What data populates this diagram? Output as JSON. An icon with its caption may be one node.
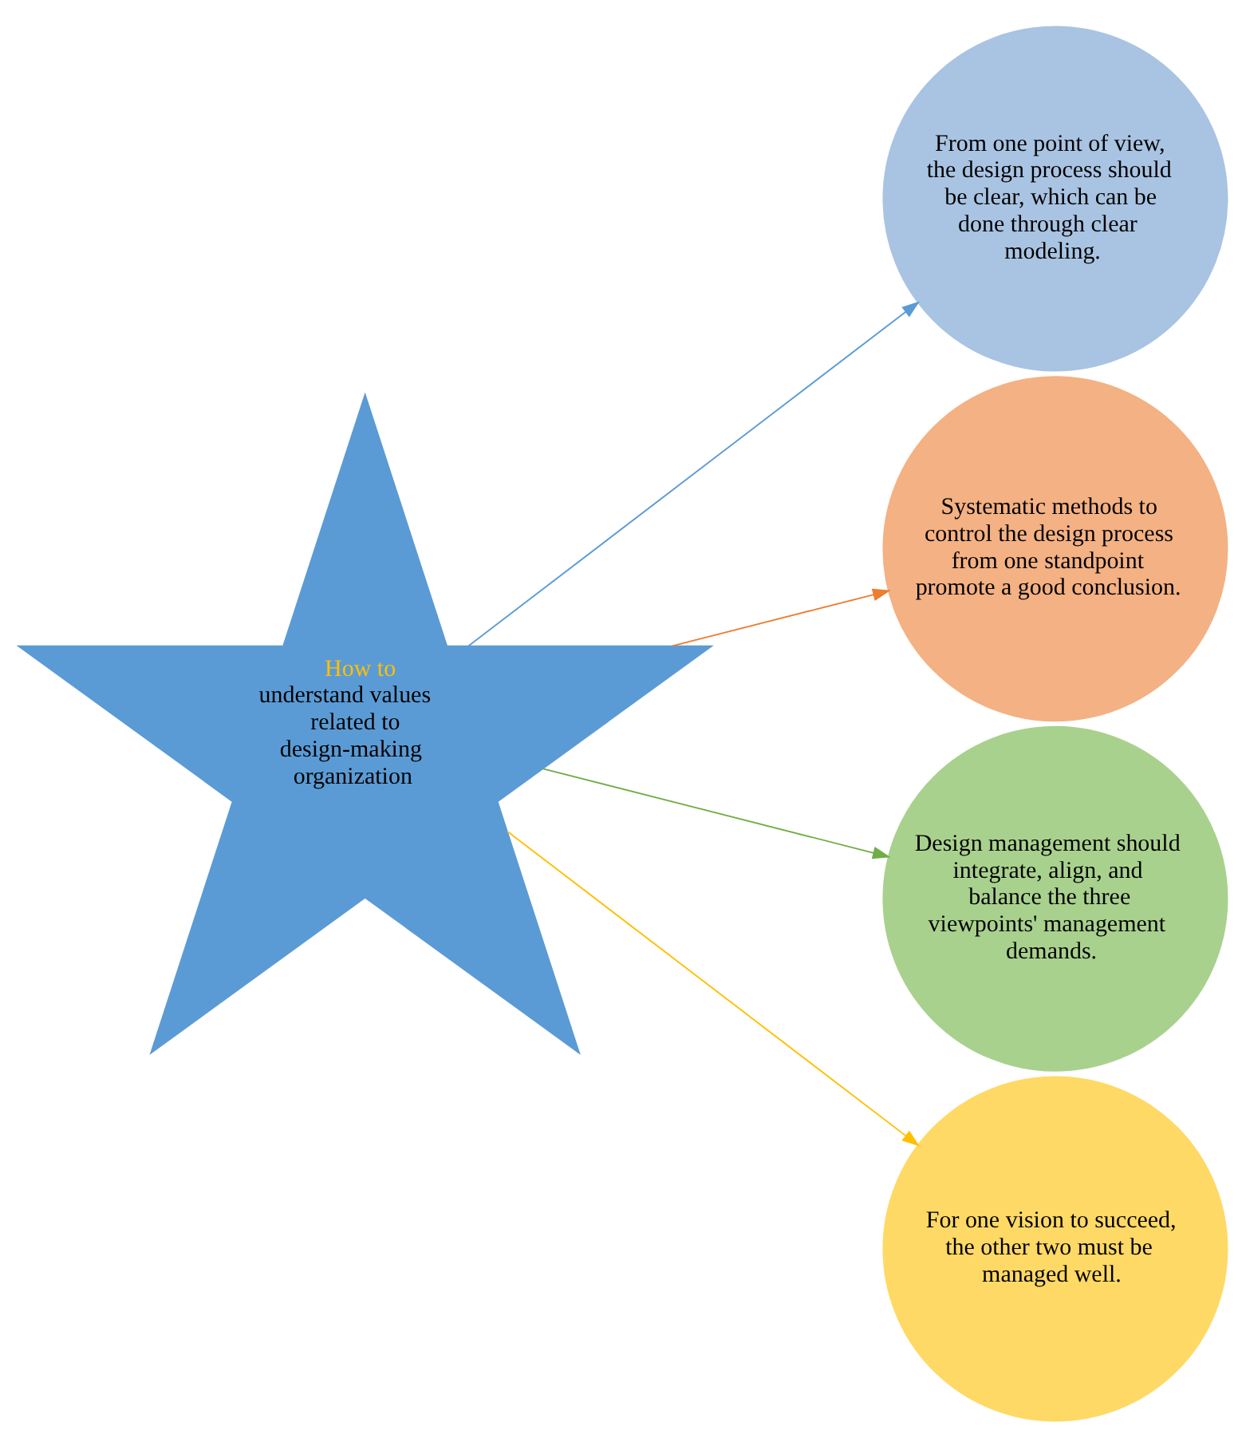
{
  "diagram": {
    "nodes": [
      {
        "text": [
          "How to",
          "understand values related to design-making organization"
        ]
      },
      {
        "text": [
          "From one point of view, the design process should be clear, which can be done through clear modeling."
        ]
      },
      {
        "text": [
          "Systematic methods to control the design process from one standpoint promote a good conclusion."
        ]
      },
      {
        "text": [
          "Design management should integrate, align, and balance the three viewpoints' management demands."
        ]
      },
      {
        "text": [
          "For one vision to succeed, the other two must be managed well."
        ]
      }
    ],
    "edges": [
      {
        "from": 0,
        "to": 1,
        "arrow": "to",
        "color": "#5b9bd5"
      },
      {
        "from": 0,
        "to": 2,
        "arrow": "to",
        "color": "#ed7d31"
      },
      {
        "from": 0,
        "to": 3,
        "arrow": "to",
        "color": "#70ad47"
      },
      {
        "from": 0,
        "to": 4,
        "arrow": "to",
        "color": "#ffc000"
      }
    ]
  }
}
